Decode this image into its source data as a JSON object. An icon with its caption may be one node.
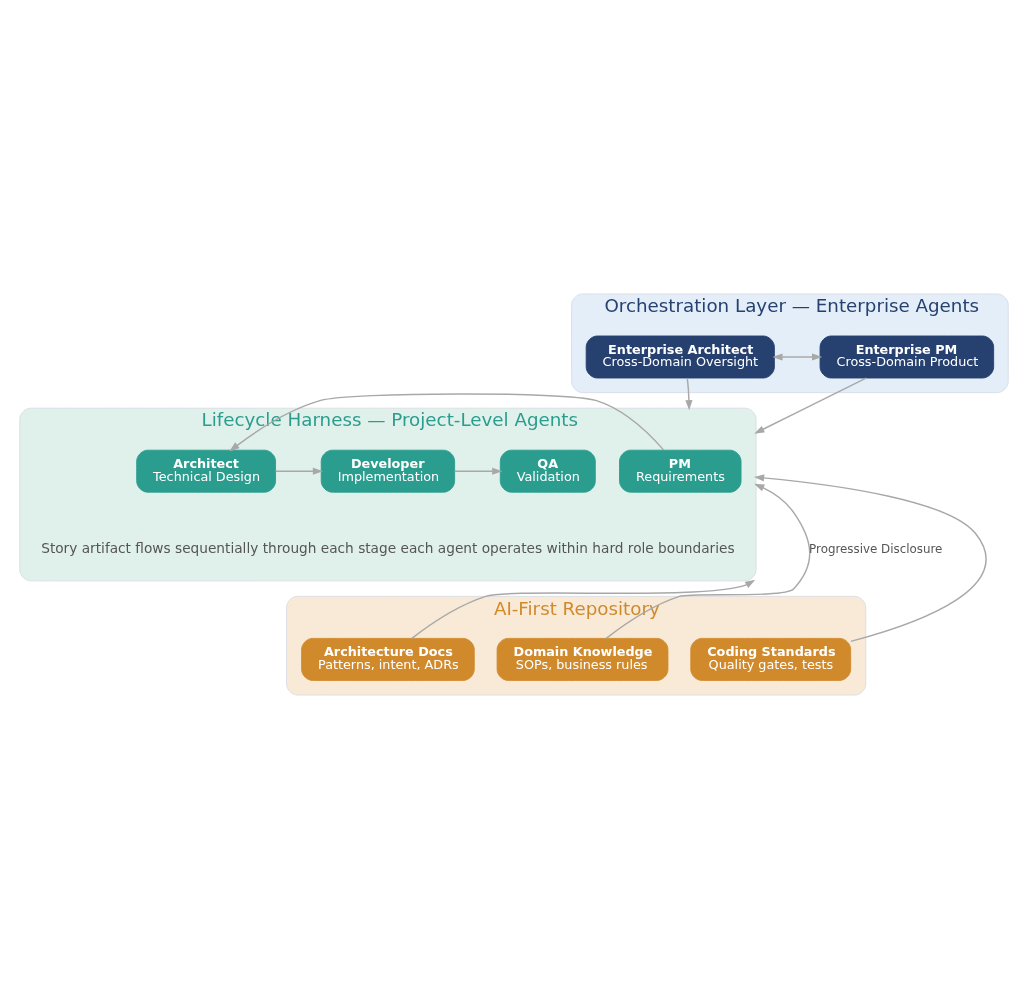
{
  "diagram": {
    "nodes": [
      {
        "text": [
          "Orchestration Layer — Enterprise Agents"
        ]
      },
      {
        "text": [
          "Enterprise Architect",
          "Cross-Domain Oversight"
        ],
        "in": 0
      },
      {
        "text": [
          "Enterprise PM",
          "Cross-Domain Product"
        ],
        "in": 0
      },
      {
        "text": [
          "Lifecycle Harness — Project-Level Agents",
          "Story artifact flows sequentially through each stage each agent operates within hard role boundaries"
        ]
      },
      {
        "text": [
          "PM",
          "Requirements"
        ],
        "in": 3
      },
      {
        "text": [
          "Architect",
          "Technical Design"
        ],
        "in": 3
      },
      {
        "text": [
          "Developer",
          "Implementation"
        ],
        "in": 3
      },
      {
        "text": [
          "QA",
          "Validation"
        ],
        "in": 3
      },
      {
        "text": [
          "AI-First Repository"
        ]
      },
      {
        "text": [
          "Architecture Docs",
          "Patterns, intent, ADRs"
        ],
        "in": 8
      },
      {
        "text": [
          "Coding Standards",
          "Quality gates, tests"
        ],
        "in": 8
      },
      {
        "text": [
          "Domain Knowledge",
          "SOPs, business rules"
        ],
        "in": 8
      }
    ],
    "edges": [
      {
        "from": 1,
        "to": 2,
        "arrow": "both"
      },
      {
        "from": 1,
        "to": 3,
        "arrow": "to"
      },
      {
        "from": 2,
        "to": 3,
        "arrow": "to"
      },
      {
        "from": 4,
        "to": 5,
        "arrow": "to"
      },
      {
        "from": 5,
        "to": 6,
        "arrow": "to"
      },
      {
        "from": 6,
        "to": 7,
        "arrow": "to"
      },
      {
        "from": 9,
        "to": 3,
        "arrow": "to"
      },
      {
        "from": 10,
        "to": 3,
        "arrow": "to"
      },
      {
        "from": 11,
        "to": 3,
        "arrow": "to",
        "label": "Progressive Disclosure"
      }
    ]
  }
}
